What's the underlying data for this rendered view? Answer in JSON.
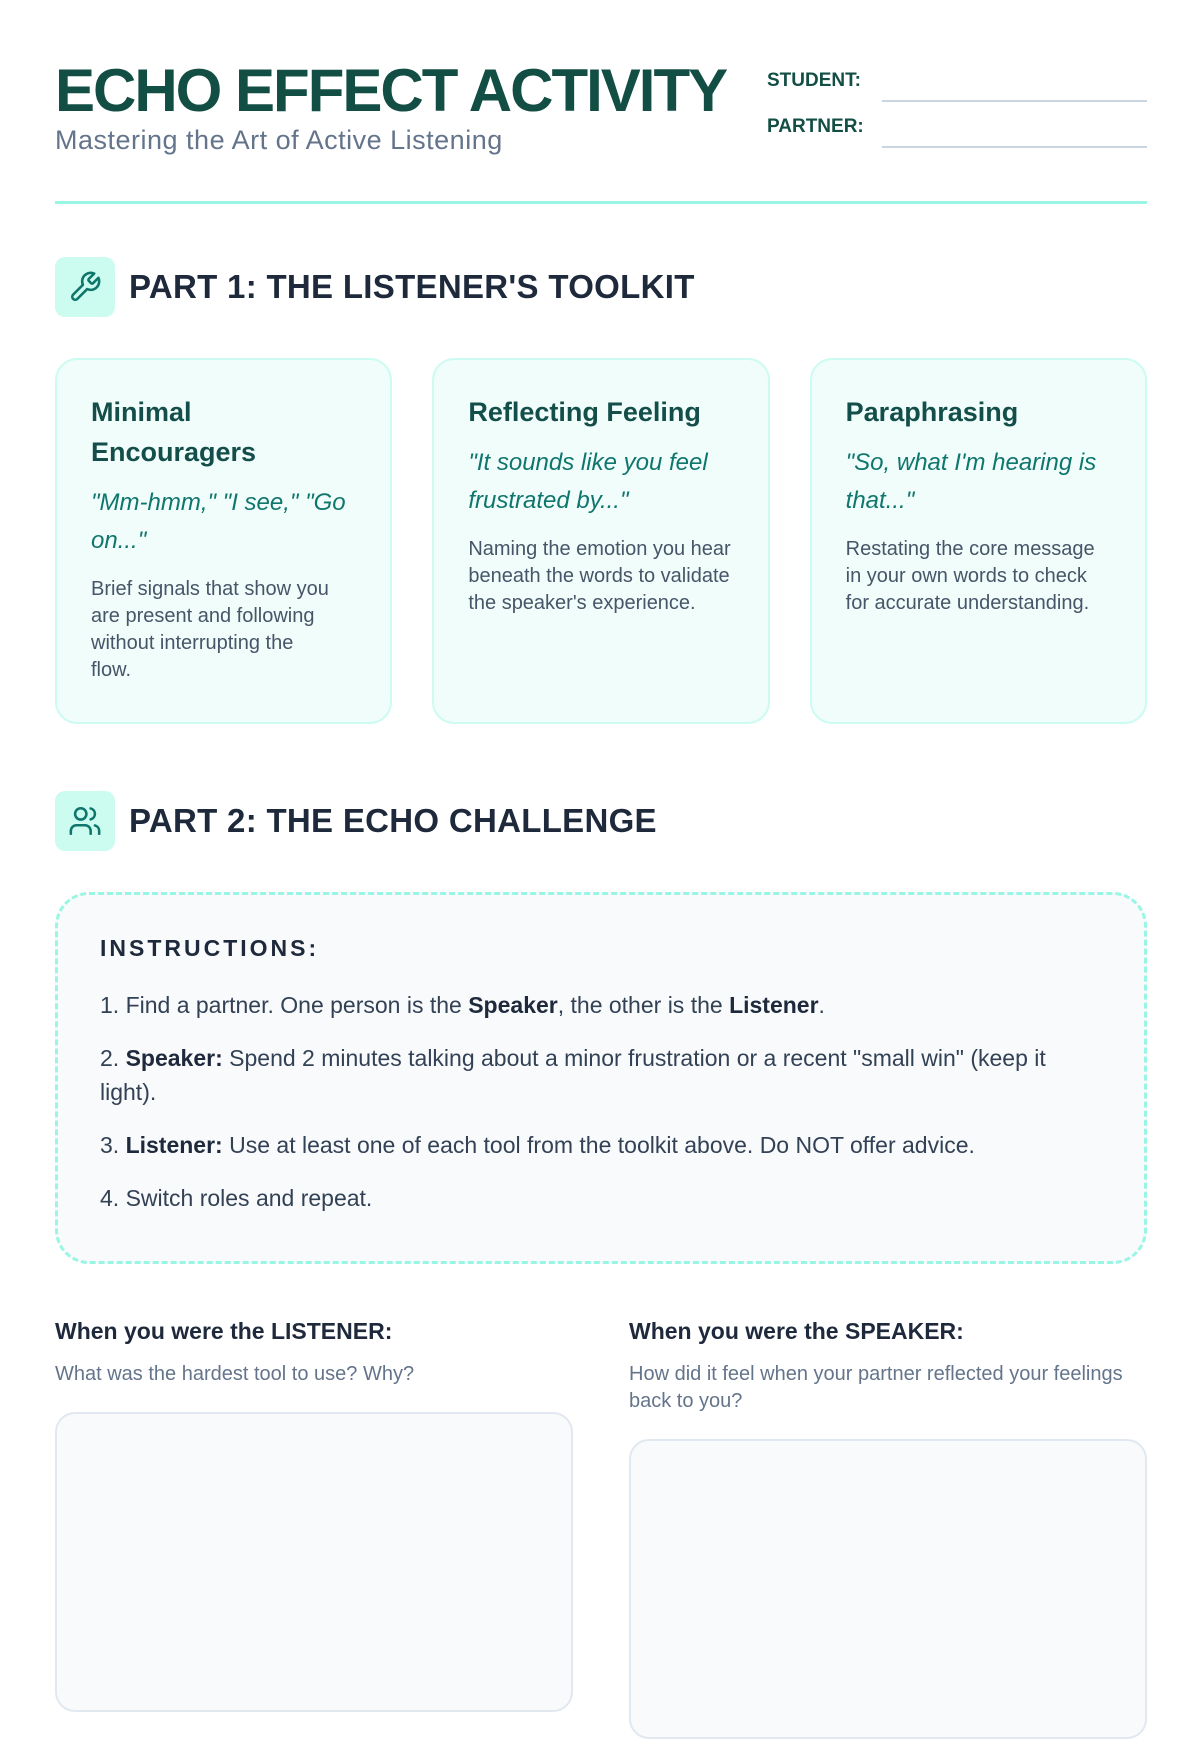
{
  "header": {
    "title": "ECHO EFFECT ACTIVITY",
    "subtitle": "Mastering the Art of Active Listening",
    "student_label": "STUDENT:",
    "partner_label": "PARTNER:"
  },
  "part1": {
    "title": "PART 1: THE LISTENER'S TOOLKIT",
    "icon": "wrench-icon",
    "cards": [
      {
        "title": "Minimal Encouragers",
        "quote": "\"Mm-hmm,\" \"I see,\" \"Go on...\"",
        "description": "Brief signals that show you are present and following without interrupting the flow."
      },
      {
        "title": "Reflecting Feeling",
        "quote": "\"It sounds like you feel frustrated by...\"",
        "description": "Naming the emotion you hear beneath the words to validate the speaker's experience."
      },
      {
        "title": "Paraphrasing",
        "quote": "\"So, what I'm hearing is that...\"",
        "description": "Restating the core message in your own words to check for accurate understanding."
      }
    ]
  },
  "part2": {
    "title": "PART 2: THE ECHO CHALLENGE",
    "icon": "users-icon",
    "instructions_label": "INSTRUCTIONS:",
    "steps": [
      {
        "pre": "1. Find a partner. One person is the ",
        "b1": "Speaker",
        "mid": ", the other is the ",
        "b2": "Listener",
        "post": "."
      },
      {
        "pre": "2. ",
        "b1": "Speaker:",
        "mid": " Spend 2 minutes talking about a minor frustration or a recent \"small win\" (keep it light)."
      },
      {
        "pre": "3. ",
        "b1": "Listener:",
        "mid": " Use at least one of each tool from the toolkit above. Do NOT offer advice."
      },
      {
        "pre": "4. Switch roles and repeat."
      }
    ]
  },
  "reflection": {
    "listener": {
      "title": "When you were the LISTENER:",
      "prompt": "What was the hardest tool to use? Why?"
    },
    "speaker": {
      "title": "When you were the SPEAKER:",
      "prompt": "How did it feel when your partner reflected your feelings back to you?"
    }
  },
  "colors": {
    "primary": "#134e44",
    "accent": "#99f6e4",
    "card_bg": "#f0fdfa"
  }
}
